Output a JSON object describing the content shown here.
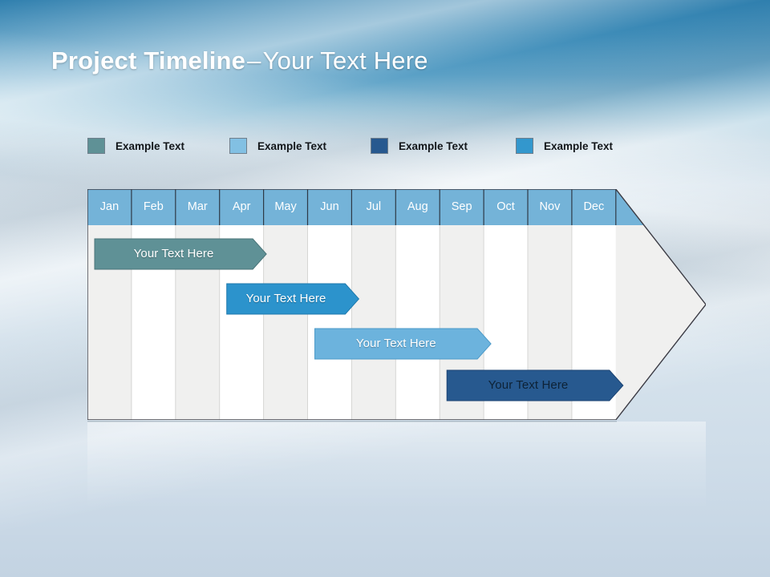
{
  "slide": {
    "title": {
      "bold_part": "Project Timeline",
      "dash": "–",
      "normal_part": "Your Text Here"
    },
    "background_top_color": "#2f7fae",
    "background_bottom_color": "#c3d3e2"
  },
  "legend": {
    "items": [
      {
        "label": "Example Text",
        "color": "#5f9196",
        "x": 0
      },
      {
        "label": "Example Text",
        "color": "#82c0e3",
        "x": 177
      },
      {
        "label": "Example Text",
        "color": "#27598f",
        "x": 353
      },
      {
        "label": "Example Text",
        "color": "#3397cd",
        "x": 534
      }
    ]
  },
  "chart_data": {
    "type": "bar",
    "title": "Project Timeline",
    "xlabel": "",
    "ylabel": "",
    "orientation": "horizontal",
    "grid": true,
    "legend_position": "top",
    "categories": [
      "Jan",
      "Feb",
      "Mar",
      "Apr",
      "May",
      "Jun",
      "Jul",
      "Aug",
      "Sep",
      "Oct",
      "Nov",
      "Dec"
    ],
    "header_color": "#74b3d8",
    "band_colors": [
      "#f0f0ef",
      "#ffffff"
    ],
    "outline_color": "#3b3b44",
    "body_fill": "#f0f0ef",
    "series": [
      {
        "name": "Example Text",
        "label": "Your  Text Here",
        "color": "#5f9196",
        "border": "#4b7579",
        "text_color": "#ffffff",
        "start_month": "Jan",
        "end_month": "Apr",
        "start_index": 0,
        "span": 3.9,
        "row": 0
      },
      {
        "name": "Example Text",
        "label": "Your  Text Here",
        "color": "#2c93cc",
        "border": "#1f7aad",
        "text_color": "#ffffff",
        "start_month": "Apr",
        "end_month": "Jun",
        "start_index": 3.0,
        "span": 3.0,
        "row": 1
      },
      {
        "name": "Example Text",
        "label": "Your  Text Here",
        "color": "#6cb3dd",
        "border": "#4e9bc9",
        "text_color": "#ffffff",
        "start_month": "Jun",
        "end_month": "Sep",
        "start_index": 5.0,
        "span": 4.0,
        "row": 2
      },
      {
        "name": "Example Text",
        "label": "Your  Text Here",
        "color": "#27598f",
        "border": "#1c4473",
        "text_color": "#0d2236",
        "start_month": "Sep",
        "end_month": "Dec",
        "start_index": 8.0,
        "span": 4.0,
        "row": 3
      }
    ]
  }
}
